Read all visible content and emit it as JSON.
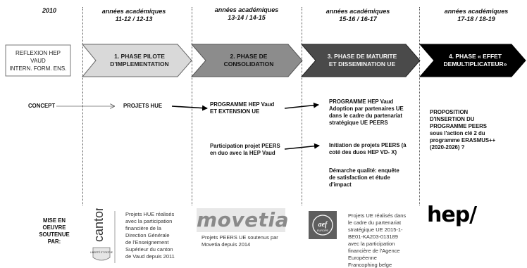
{
  "timeline": {
    "year_2010": "2010",
    "periods": [
      {
        "label": "années académiques",
        "years": "11-12 / 12-13"
      },
      {
        "label": "années académiques",
        "years": "13-14 / 14-15"
      },
      {
        "label": "années académiques",
        "years": "15-16 / 16-17"
      },
      {
        "label": "années académiques",
        "years": "17-18 / 18-19"
      }
    ]
  },
  "phases": {
    "reflexion": [
      "REFLEXION HEP",
      "VAUD",
      "INTERN. FORM. ENS."
    ],
    "p1": [
      "1. PHASE PILOTE",
      "D'IMPLEMENTATION"
    ],
    "p2": [
      "2. PHASE DE",
      "CONSOLIDATION"
    ],
    "p3": [
      "3. PHASE DE MATURITE",
      "ET DISSEMINATION UE"
    ],
    "p4": [
      "4. PHASE « EFFET",
      "DEMULTIPLICATEUR»"
    ]
  },
  "phase_colors": {
    "reflexion": "#ffffff",
    "p1": "#d9d9d9",
    "p2": "#8c8c8c",
    "p3": "#4a4a4a",
    "p4": "#000000"
  },
  "flow": {
    "concept": "CONCEPT",
    "projets_hue": "PROJETS HUE",
    "programme_hep": [
      "PROGRAMME HEP Vaud",
      "ET EXTENSION UE"
    ],
    "adoption": [
      "PROGRAMME HEP Vaud",
      "Adoption par partenaires UE",
      "dans le cadre du partenariat",
      "stratégique UE PEERS"
    ],
    "participation": [
      "Participation projet PEERS",
      "en duo avec la HEP Vaud"
    ],
    "initiation": [
      "Initiation de projets PEERS (à",
      "coté des duos HEP VD- X)"
    ],
    "demarche": [
      "Démarche qualité: enquête",
      "de satisfaction et étude",
      "d'impact"
    ],
    "proposition": [
      "PROPOSITION",
      "D'INSERTION DU",
      "PROGRAMME PEERS",
      "sous l'action clé 2 du",
      "programme ERASMUS++",
      "(2020-2026) ?"
    ]
  },
  "soutien": {
    "label": [
      "MISE EN",
      "OEUVRE",
      "SOUTENUE",
      "PAR:"
    ],
    "vaud_logo": "canton de vaud",
    "vaud_logo_small": "LIBERTÉ ET PATRIE",
    "vaud_text": [
      "Projets HUE réalisés",
      "avec la participation",
      "financière de la",
      "Direction Générale",
      "de l'Enseignement",
      "Supérieur du canton",
      "de Vaud depuis 2011"
    ],
    "movetia_logo": "movetia",
    "movetia_text": [
      "Projets PEERS UE soutenus par",
      "Movetia depuis 2014"
    ],
    "aef_logo": "aef",
    "aef_logo_small": "EUROPE",
    "aef_text": [
      "Projets UE réalisés dans",
      "le cadre du partenariat",
      "stratégique UE 2015-1-",
      "BE01-KA203-013189",
      "avec la participation",
      "financière de l'Agence",
      "Européenne",
      "Francophing belge"
    ],
    "hep_logo": "hep/"
  }
}
